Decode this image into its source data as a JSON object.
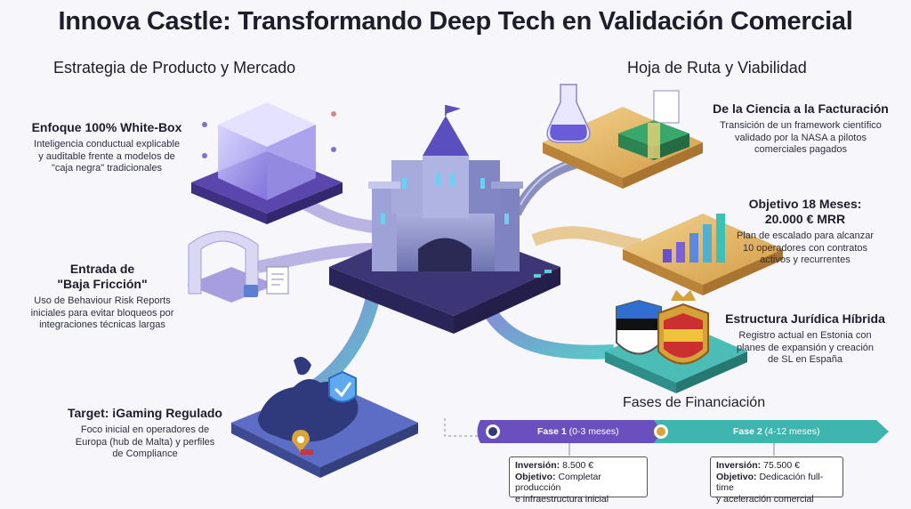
{
  "title": "Innova Castle: Transformando Deep Tech en Validación Comercial",
  "left_section": {
    "heading": "Estrategia de Producto y Mercado",
    "items": [
      {
        "title": "Enfoque 100% White-Box",
        "desc": [
          "Inteligencia conductual explicable",
          "y auditable frente a modelos de",
          "\"caja negra\" tradicionales"
        ]
      },
      {
        "title": "Entrada de",
        "title2": "\"Baja Fricción\"",
        "desc": [
          "Uso de Behaviour Risk Reports",
          "iniciales para evitar bloqueos por",
          "integraciones técnicas largas"
        ]
      },
      {
        "title": "Target: iGaming Regulado",
        "desc": [
          "Foco inicial en operadores de",
          "Europa (hub de Malta) y perfiles",
          "de Compliance"
        ]
      }
    ]
  },
  "right_section": {
    "heading": "Hoja de Ruta y Viabilidad",
    "items": [
      {
        "title": "De la Ciencia a la Facturación",
        "desc": [
          "Transición de un framework científico",
          "validado por la NASA a pilotos",
          "comerciales pagados"
        ]
      },
      {
        "title": "Objetivo 18 Meses:",
        "title2": "20.000 € MRR",
        "desc": [
          "Plan de escalado para alcanzar",
          "10 operadores con contratos",
          "activos y recurrentes"
        ]
      },
      {
        "title": "Estructura Jurídica Híbrida",
        "desc": [
          "Registro actual en Estonia con",
          "planes de expansión y creación",
          "de SL en España"
        ]
      }
    ]
  },
  "funding": {
    "heading": "Fases de Financiación",
    "phases": [
      {
        "name": "Fase 1",
        "period": "(0-3 meses)",
        "inv_label": "Inversión:",
        "inv_value": "8.500 €",
        "obj_label": "Objetivo:",
        "obj_value": "Completar producción",
        "obj_value2": "e infraestructura inicial"
      },
      {
        "name": "Fase 2",
        "period": "(4-12 meses)",
        "inv_label": "Inversión:",
        "inv_value": "75.500 €",
        "obj_label": "Objetivo:",
        "obj_value": "Dedicación full-time",
        "obj_value2": "y aceleración comercial"
      }
    ]
  },
  "colors": {
    "purple": "#6b4fbf",
    "teal": "#3fb5b0",
    "gold": "#e2b86b",
    "castle": "#8f93c9"
  },
  "icons": [
    "glass-cube-icon",
    "gate-icon",
    "document-icon",
    "europe-map-icon",
    "shield-check-icon",
    "location-pin-icon",
    "castle-icon",
    "flag-icon",
    "flask-icon",
    "money-stack-icon",
    "bar-chart-icon",
    "estonia-shield-icon",
    "spain-shield-icon",
    "bridge-icon"
  ]
}
